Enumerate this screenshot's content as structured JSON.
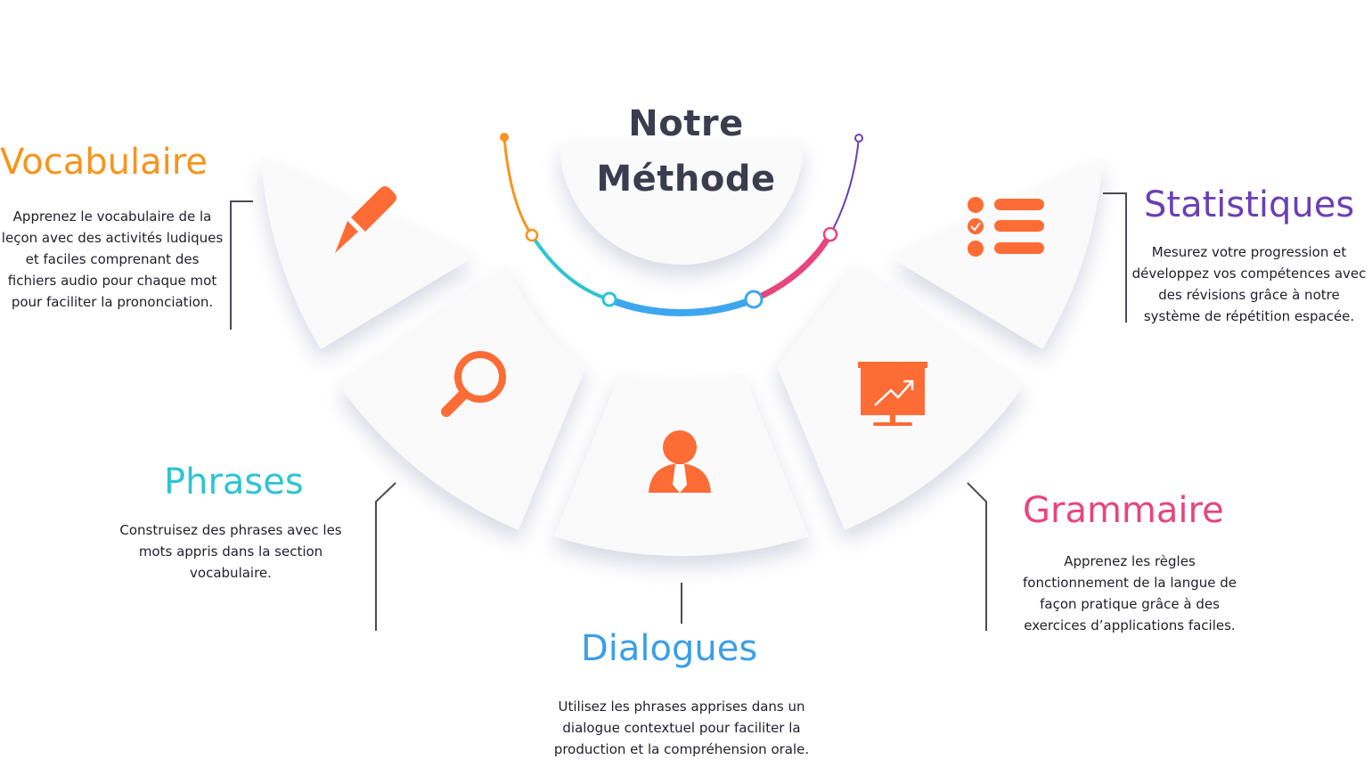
{
  "title": {
    "line1": "Notre",
    "line2": "Méthode"
  },
  "sections": {
    "vocabulaire": {
      "title": "Vocabulaire",
      "description": "Apprenez le vocabulaire  de la leçon avec des activités ludiques et faciles comprenant des fichiers audio pour chaque mot pour faciliter la prononciation.",
      "color": "#f7941d",
      "icon": "pencil-icon"
    },
    "phrases": {
      "title": "Phrases",
      "description": "Construisez des phrases avec les mots appris dans la section vocabulaire.",
      "color": "#2ec4d3",
      "icon": "magnifier-icon"
    },
    "dialogues": {
      "title": "Dialogues",
      "description": "Utilisez les phrases apprises dans un dialogue contextuel pour faciliter la production et la compréhension orale.",
      "color": "#3b9ee8",
      "icon": "person-icon"
    },
    "grammaire": {
      "title": "Grammaire",
      "description": "Apprenez les règles fonctionnement de la langue de façon pratique grâce à des exercices d’applications faciles.",
      "color": "#e8457b",
      "icon": "presentation-chart-icon"
    },
    "statistiques": {
      "title": "Statistiques",
      "description": "Mesurez votre progression et développez vos compétences avec des révisions grâce à notre système de répétition espacée.",
      "color": "#6b3fb5",
      "icon": "checklist-icon"
    }
  },
  "colors": {
    "icon": "#fe6c35",
    "title": "#3b3d4e",
    "connector": "#4b4b55",
    "segment": "#fafafb"
  }
}
